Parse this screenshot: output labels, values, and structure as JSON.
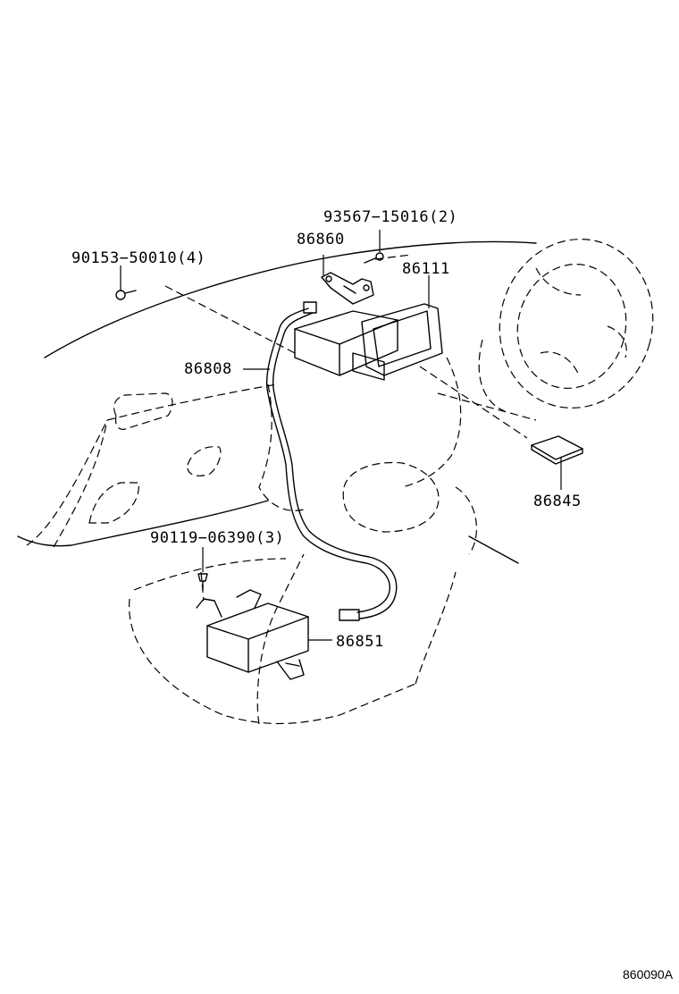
{
  "diagram": {
    "code": "860090A",
    "callouts": [
      {
        "id": "93567-15016",
        "text": "93567−15016(2)"
      },
      {
        "id": "86860",
        "text": "86860"
      },
      {
        "id": "90153-50010",
        "text": "90153−50010(4)"
      },
      {
        "id": "86111",
        "text": "86111"
      },
      {
        "id": "86808",
        "text": "86808"
      },
      {
        "id": "86845",
        "text": "86845"
      },
      {
        "id": "90119-06390",
        "text": "90119−06390(3)"
      },
      {
        "id": "86851",
        "text": "86851"
      }
    ]
  }
}
